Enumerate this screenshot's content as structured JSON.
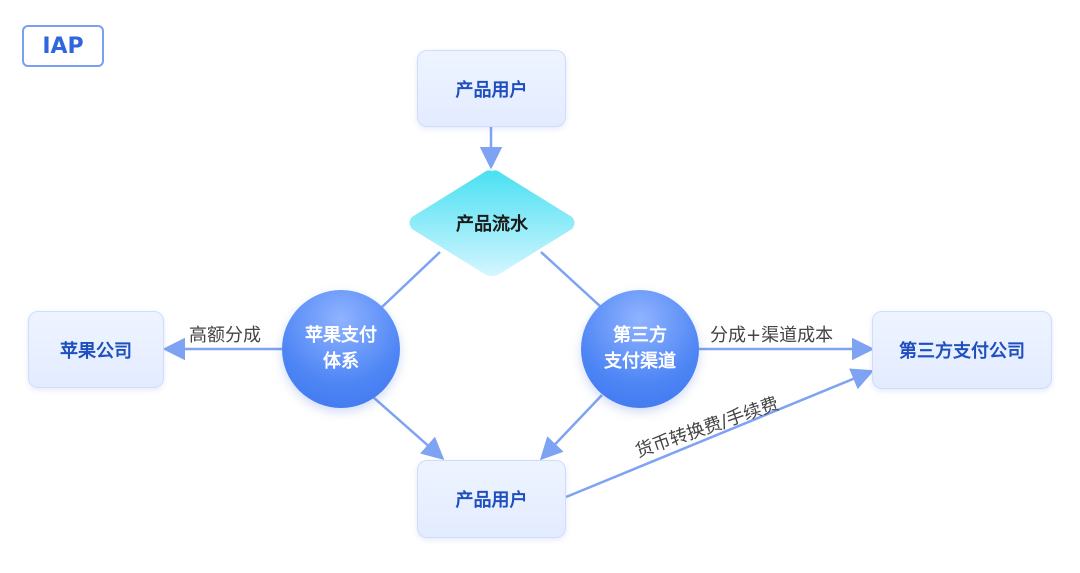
{
  "tag": "IAP",
  "nodes": {
    "user_top": "产品用户",
    "flow": "产品流水",
    "apple_system_line1": "苹果支付",
    "apple_system_line2": "体系",
    "third_channel_line1": "第三方",
    "third_channel_line2": "支付渠道",
    "apple_company": "苹果公司",
    "third_company": "第三方支付公司",
    "user_bottom": "产品用户"
  },
  "labels": {
    "apple_share": "高额分成",
    "third_share": "分成+渠道成本",
    "currency_fee": "货币转换费/手续费"
  },
  "colors": {
    "box_text": "#1f4fbf",
    "line": "#7ea3f2",
    "diamond_top": "#49e0f2",
    "diamond_bottom": "#d4f6ff",
    "circle": "#4f86f5"
  }
}
